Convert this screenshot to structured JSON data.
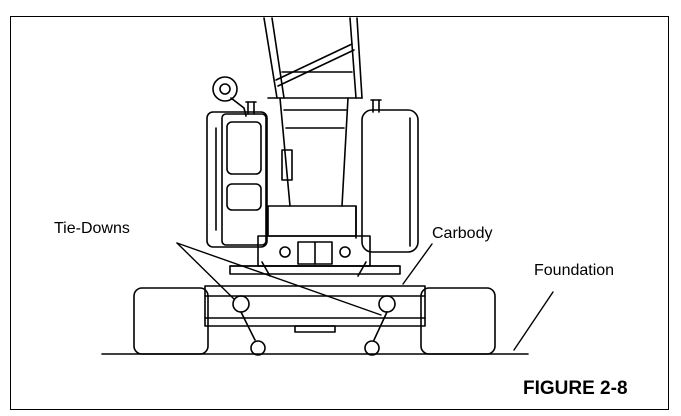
{
  "labels": {
    "tie_downs": "Tie-Downs",
    "carbody": "Carbody",
    "foundation": "Foundation"
  },
  "figure": {
    "caption": "FIGURE 2-8"
  }
}
